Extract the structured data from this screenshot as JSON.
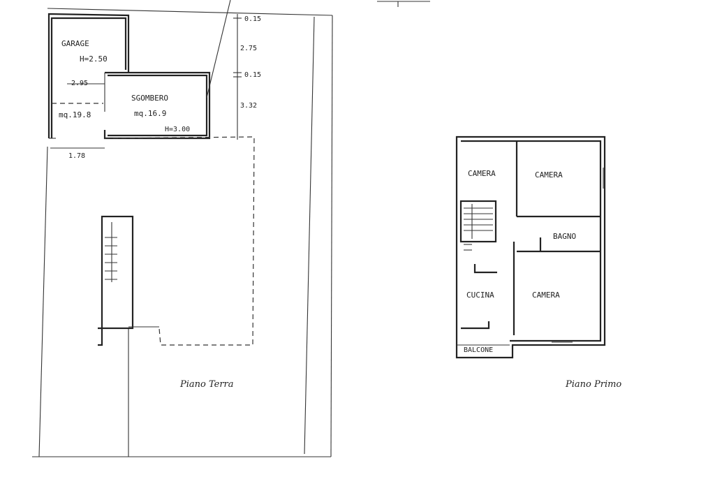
{
  "ground_floor": {
    "title": "Piano Terra",
    "garage": {
      "name": "GARAGE",
      "height": "H=2.50",
      "area": "mq.19.8"
    },
    "sgombero": {
      "name": "SGOMBERO",
      "area": "mq.16.9",
      "height": "H=3.00"
    },
    "dimensions": {
      "d1": "0.15",
      "d2": "2.75",
      "d3": "0.15",
      "d4": "3.32",
      "garage_width": "2.95",
      "bottom_width": "1.78"
    }
  },
  "first_floor": {
    "title": "Piano Primo",
    "rooms": {
      "camera_small": "CAMERA",
      "camera_large": "CAMERA",
      "bagno": "BAGNO",
      "cucina": "CUCINA",
      "camera_bottom": "CAMERA",
      "balcone": "BALCONE"
    }
  }
}
